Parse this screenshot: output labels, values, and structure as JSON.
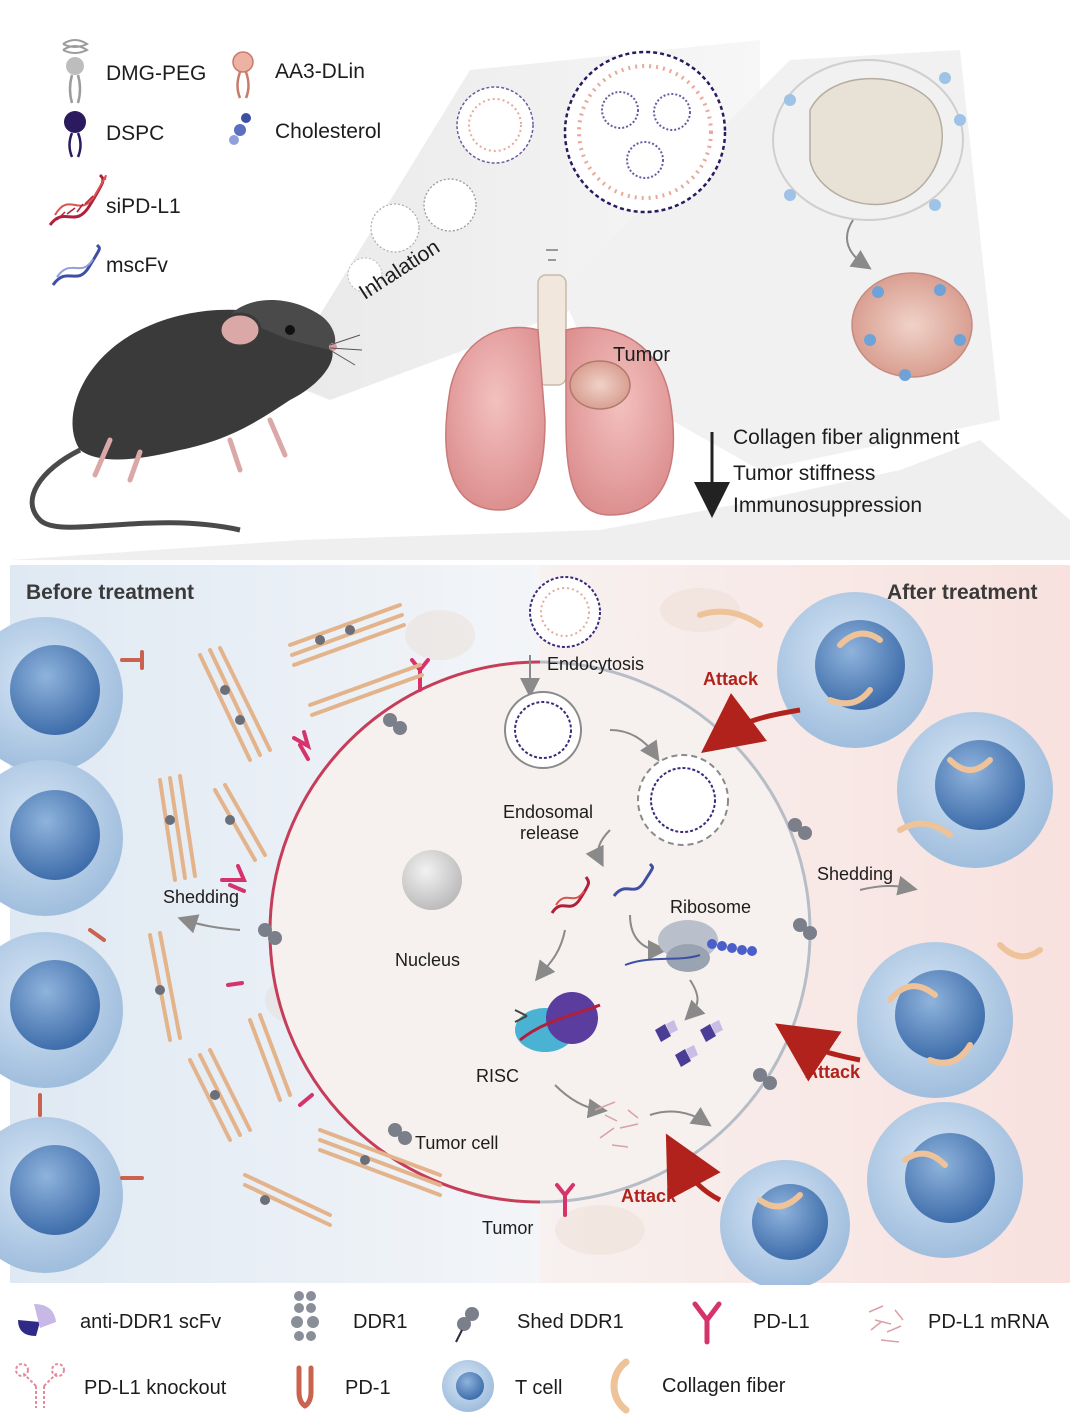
{
  "colors": {
    "lipid_peg": "#b9b9b9",
    "lipid_dspc": "#2b1a5e",
    "lipid_aa3": "#e9a99a",
    "sirna": "#b21f3b",
    "mscfv": "#4a55a8",
    "pdl1": "#d6336c",
    "pd1": "#c9624f",
    "tcell": "#aac6e3",
    "collagen": "#efc39a",
    "attack_arrow": "#b2221c",
    "lung": "#e8a3a3"
  },
  "top_legend": {
    "dmg_peg": "DMG-PEG",
    "aa3_dlin": "AA3-DLin",
    "dspc": "DSPC",
    "cholesterol": "Cholesterol",
    "sipdl1": "siPD-L1",
    "mscfv": "mscFv"
  },
  "top": {
    "inhalation": "Inhalation",
    "tumor": "Tumor",
    "effect_collagen": "Collagen fiber alignment",
    "effect_stiffness": "Tumor stiffness",
    "effect_immuno": "Immunosuppression"
  },
  "panel": {
    "before": "Before treatment",
    "after": "After treatment",
    "endocytosis": "Endocytosis",
    "endosomal_release_1": "Endosomal",
    "endosomal_release_2": "release",
    "ribosome": "Ribosome",
    "nucleus": "Nucleus",
    "risc": "RISC",
    "tumor_cell": "Tumor cell",
    "tumor": "Tumor",
    "shedding_left": "Shedding",
    "shedding_right": "Shedding",
    "attack_1": "Attack",
    "attack_2": "Attack",
    "attack_3": "Attack"
  },
  "bottom_legend": {
    "anti_ddr1": "anti-DDR1 scFv",
    "ddr1": "DDR1",
    "shed_ddr1": "Shed DDR1",
    "pdl1": "PD-L1",
    "pdl1_mrna": "PD-L1 mRNA",
    "pdl1_ko": "PD-L1 knockout",
    "pd1": "PD-1",
    "tcell": "T cell",
    "collagen": "Collagen fiber"
  }
}
